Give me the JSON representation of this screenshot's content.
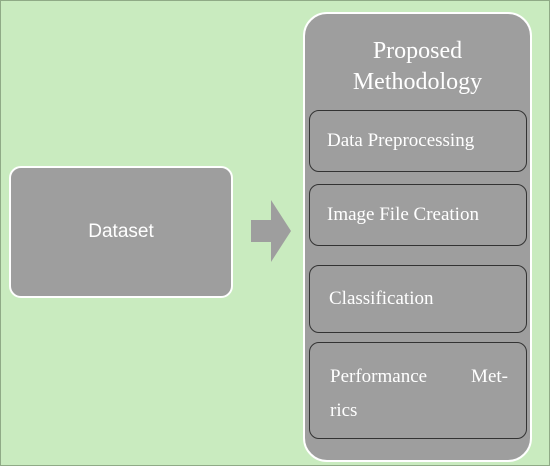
{
  "diagram": {
    "input": {
      "label": "Dataset"
    },
    "methodology": {
      "title_line1": "Proposed",
      "title_line2": "Methodology",
      "steps": [
        {
          "label": "Data Preprocessing"
        },
        {
          "label": "Image File Creation"
        },
        {
          "label": "Classification"
        },
        {
          "label_line1": "Performance Met-",
          "label_line2": "rics"
        }
      ]
    },
    "colors": {
      "background": "#c9ebbf",
      "box_fill": "#9e9e9e",
      "text": "#ffffff"
    }
  }
}
